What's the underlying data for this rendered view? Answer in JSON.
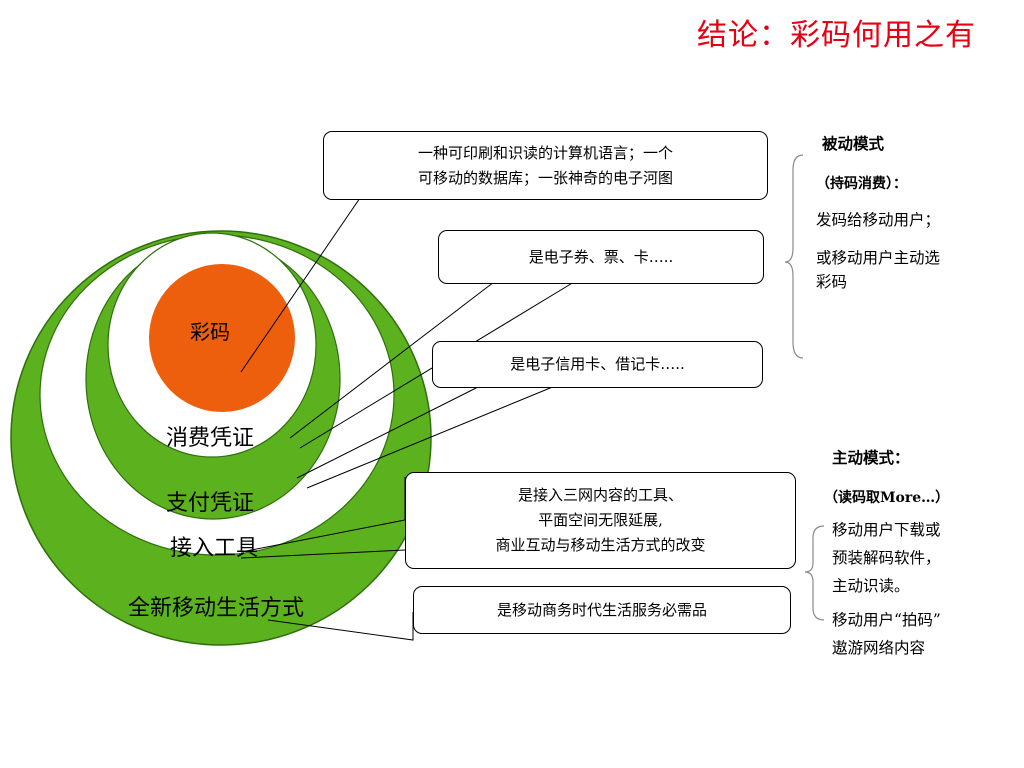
{
  "title": "结论：彩码何用之有",
  "colors": {
    "title": "#e60012",
    "ring": "#5cb21e",
    "core": "#ed5f0c"
  },
  "diagram": {
    "core_label": "彩码",
    "layers": [
      "消费凭证",
      "支付凭证",
      "接入工具",
      "全新移动生活方式"
    ]
  },
  "callouts": [
    {
      "lines": [
        "一种可印刷和识读的计算机语言；一个",
        "可移动的数据库；一张神奇的电子河图"
      ]
    },
    {
      "lines": [
        "是电子券、票、卡….."
      ]
    },
    {
      "lines": [
        "是电子信用卡、借记卡….."
      ]
    },
    {
      "lines": [
        "是接入三网内容的工具、",
        "平面空间无限延展,",
        "商业互动与移动生活方式的改变"
      ]
    },
    {
      "lines": [
        "是移动商务时代生活服务必需品"
      ]
    }
  ],
  "passive": {
    "heading": "被动模式",
    "sub": "（持码消费）：",
    "lines": [
      "发码给移动用户；",
      "或移动用户主动选",
      "彩码"
    ]
  },
  "active": {
    "heading": "主动模式：",
    "sub": "（读码取More…）",
    "lines": [
      "移动用户下载或",
      "预装解码软件，",
      "主动识读。",
      "移动用户“拍码”",
      "遨游网络内容"
    ]
  }
}
